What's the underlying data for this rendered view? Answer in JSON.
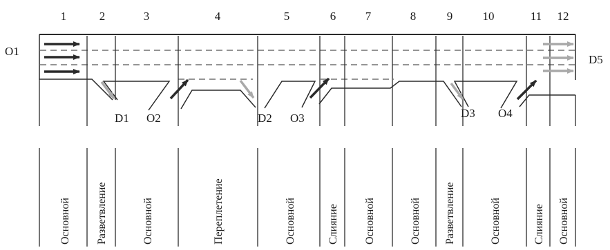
{
  "segments": [
    {
      "number": "1",
      "type": "Основной"
    },
    {
      "number": "2",
      "type": "Разветвление"
    },
    {
      "number": "3",
      "type": "Основной"
    },
    {
      "number": "4",
      "type": "Переплетение"
    },
    {
      "number": "5",
      "type": "Основной"
    },
    {
      "number": "6",
      "type": "Слияние"
    },
    {
      "number": "7",
      "type": "Основной"
    },
    {
      "number": "8",
      "type": "Основной"
    },
    {
      "number": "9",
      "type": "Разветвление"
    },
    {
      "number": "10",
      "type": "Основной"
    },
    {
      "number": "11",
      "type": "Слияние"
    },
    {
      "number": "12",
      "type": "Основной"
    }
  ],
  "origin_labels": {
    "o1": "O1",
    "o2": "O2",
    "o3": "O3",
    "o4": "O4"
  },
  "destination_labels": {
    "d1": "D1",
    "d2": "D2",
    "d3": "D3",
    "d5": "D5"
  },
  "colors": {
    "line": "#2b2b2b",
    "dash": "#555555",
    "arrow_dark": "#2a2a2a",
    "arrow_light": "#a9a9a9"
  }
}
